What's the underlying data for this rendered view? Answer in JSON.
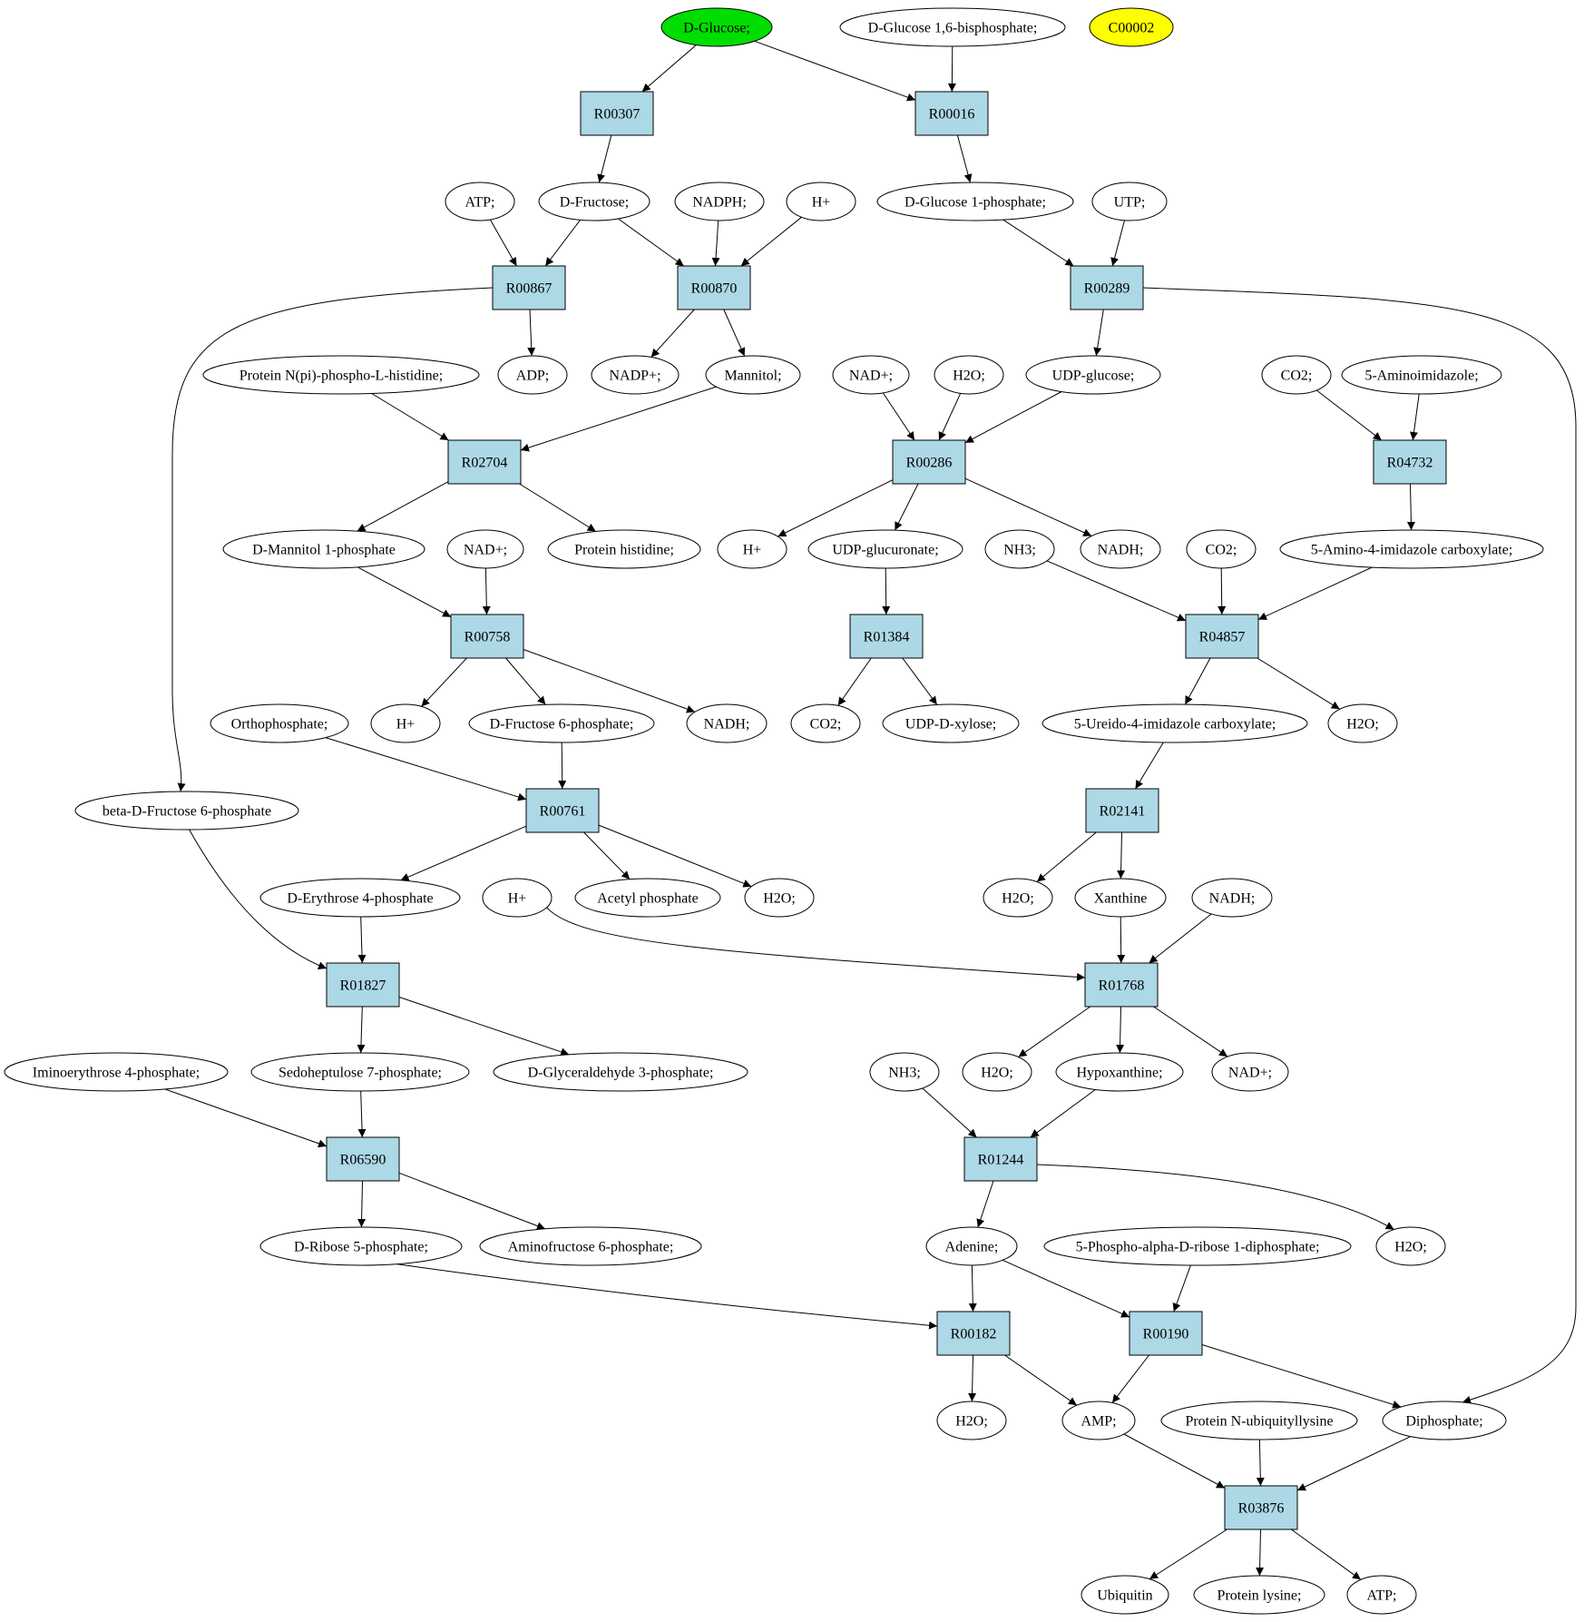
{
  "nodes": [
    {
      "id": "D-Glucose",
      "type": "compound",
      "label": "D-Glucose;",
      "fill": "#00dd00"
    },
    {
      "id": "DG16BP",
      "type": "compound",
      "label": "D-Glucose 1,6-bisphosphate;"
    },
    {
      "id": "C00002",
      "type": "compound",
      "label": "C00002",
      "fill": "#ffff00"
    },
    {
      "id": "R00307",
      "type": "reaction",
      "label": "R00307"
    },
    {
      "id": "R00016",
      "type": "reaction",
      "label": "R00016"
    },
    {
      "id": "ATP1",
      "type": "compound",
      "label": "ATP;"
    },
    {
      "id": "DFru",
      "type": "compound",
      "label": "D-Fructose;"
    },
    {
      "id": "NADPH",
      "type": "compound",
      "label": "NADPH;"
    },
    {
      "id": "Hp1",
      "type": "compound",
      "label": "H+"
    },
    {
      "id": "DG1P",
      "type": "compound",
      "label": "D-Glucose 1-phosphate;"
    },
    {
      "id": "UTP",
      "type": "compound",
      "label": "UTP;"
    },
    {
      "id": "R00867",
      "type": "reaction",
      "label": "R00867"
    },
    {
      "id": "R00870",
      "type": "reaction",
      "label": "R00870"
    },
    {
      "id": "R00289",
      "type": "reaction",
      "label": "R00289"
    },
    {
      "id": "ADP",
      "type": "compound",
      "label": "ADP;"
    },
    {
      "id": "NADPp",
      "type": "compound",
      "label": "NADP+;"
    },
    {
      "id": "Mannitol",
      "type": "compound",
      "label": "Mannitol;"
    },
    {
      "id": "PNpiH",
      "type": "compound",
      "label": "Protein N(pi)-phospho-L-histidine;"
    },
    {
      "id": "NADp1",
      "type": "compound",
      "label": "NAD+;"
    },
    {
      "id": "H2O1",
      "type": "compound",
      "label": "H2O;"
    },
    {
      "id": "UDPglc",
      "type": "compound",
      "label": "UDP-glucose;"
    },
    {
      "id": "CO2a",
      "type": "compound",
      "label": "CO2;"
    },
    {
      "id": "AIm",
      "type": "compound",
      "label": "5-Aminoimidazole;"
    },
    {
      "id": "R02704",
      "type": "reaction",
      "label": "R02704"
    },
    {
      "id": "R00286",
      "type": "reaction",
      "label": "R00286"
    },
    {
      "id": "R04732",
      "type": "reaction",
      "label": "R04732"
    },
    {
      "id": "DM1P",
      "type": "compound",
      "label": "D-Mannitol 1-phosphate"
    },
    {
      "id": "NADp2",
      "type": "compound",
      "label": "NAD+;"
    },
    {
      "id": "ProtHis",
      "type": "compound",
      "label": "Protein histidine;"
    },
    {
      "id": "Hp2",
      "type": "compound",
      "label": "H+"
    },
    {
      "id": "UDPGA",
      "type": "compound",
      "label": "UDP-glucuronate;"
    },
    {
      "id": "NH3a",
      "type": "compound",
      "label": "NH3;"
    },
    {
      "id": "NADH1",
      "type": "compound",
      "label": "NADH;"
    },
    {
      "id": "CO2b",
      "type": "compound",
      "label": "CO2;"
    },
    {
      "id": "AICx",
      "type": "compound",
      "label": "5-Amino-4-imidazole carboxylate;"
    },
    {
      "id": "R00758",
      "type": "reaction",
      "label": "R00758"
    },
    {
      "id": "R01384",
      "type": "reaction",
      "label": "R01384"
    },
    {
      "id": "R04857",
      "type": "reaction",
      "label": "R04857"
    },
    {
      "id": "OrthoP",
      "type": "compound",
      "label": "Orthophosphate;"
    },
    {
      "id": "Hp3",
      "type": "compound",
      "label": "H+"
    },
    {
      "id": "DF6P",
      "type": "compound",
      "label": "D-Fructose 6-phosphate;"
    },
    {
      "id": "NADH2",
      "type": "compound",
      "label": "NADH;"
    },
    {
      "id": "CO2c",
      "type": "compound",
      "label": "CO2;"
    },
    {
      "id": "UDPXyl",
      "type": "compound",
      "label": "UDP-D-xylose;"
    },
    {
      "id": "UICx",
      "type": "compound",
      "label": "5-Ureido-4-imidazole carboxylate;"
    },
    {
      "id": "H2O2",
      "type": "compound",
      "label": "H2O;"
    },
    {
      "id": "bDF6P",
      "type": "compound",
      "label": "beta-D-Fructose 6-phosphate"
    },
    {
      "id": "R00761",
      "type": "reaction",
      "label": "R00761"
    },
    {
      "id": "R02141",
      "type": "reaction",
      "label": "R02141"
    },
    {
      "id": "DE4P",
      "type": "compound",
      "label": "D-Erythrose 4-phosphate"
    },
    {
      "id": "Hp4",
      "type": "compound",
      "label": "H+"
    },
    {
      "id": "AcP",
      "type": "compound",
      "label": "Acetyl phosphate"
    },
    {
      "id": "H2O3",
      "type": "compound",
      "label": "H2O;"
    },
    {
      "id": "H2O4",
      "type": "compound",
      "label": "H2O;"
    },
    {
      "id": "Xan",
      "type": "compound",
      "label": "Xanthine"
    },
    {
      "id": "NADH3",
      "type": "compound",
      "label": "NADH;"
    },
    {
      "id": "R01827",
      "type": "reaction",
      "label": "R01827"
    },
    {
      "id": "R01768",
      "type": "reaction",
      "label": "R01768"
    },
    {
      "id": "IE4P",
      "type": "compound",
      "label": "Iminoerythrose 4-phosphate;"
    },
    {
      "id": "S7P",
      "type": "compound",
      "label": "Sedoheptulose 7-phosphate;"
    },
    {
      "id": "GA3P",
      "type": "compound",
      "label": "D-Glyceraldehyde 3-phosphate;"
    },
    {
      "id": "NH3b",
      "type": "compound",
      "label": "NH3;"
    },
    {
      "id": "H2O5",
      "type": "compound",
      "label": "H2O;"
    },
    {
      "id": "Hypox",
      "type": "compound",
      "label": "Hypoxanthine;"
    },
    {
      "id": "NADp3",
      "type": "compound",
      "label": "NAD+;"
    },
    {
      "id": "R06590",
      "type": "reaction",
      "label": "R06590"
    },
    {
      "id": "R01244",
      "type": "reaction",
      "label": "R01244"
    },
    {
      "id": "R5P",
      "type": "compound",
      "label": "D-Ribose 5-phosphate;"
    },
    {
      "id": "AF6P",
      "type": "compound",
      "label": "Aminofructose 6-phosphate;"
    },
    {
      "id": "Adenine",
      "type": "compound",
      "label": "Adenine;"
    },
    {
      "id": "PRPP",
      "type": "compound",
      "label": "5-Phospho-alpha-D-ribose 1-diphosphate;"
    },
    {
      "id": "H2O6",
      "type": "compound",
      "label": "H2O;"
    },
    {
      "id": "R00182",
      "type": "reaction",
      "label": "R00182"
    },
    {
      "id": "R00190",
      "type": "reaction",
      "label": "R00190"
    },
    {
      "id": "H2O7",
      "type": "compound",
      "label": "H2O;"
    },
    {
      "id": "AMP",
      "type": "compound",
      "label": "AMP;"
    },
    {
      "id": "PNUbLys",
      "type": "compound",
      "label": "Protein N-ubiquityllysine"
    },
    {
      "id": "Diphos",
      "type": "compound",
      "label": "Diphosphate;"
    },
    {
      "id": "R03876",
      "type": "reaction",
      "label": "R03876"
    },
    {
      "id": "Ubiq",
      "type": "compound",
      "label": "Ubiquitin"
    },
    {
      "id": "ProtLys",
      "type": "compound",
      "label": "Protein lysine;"
    },
    {
      "id": "ATP2",
      "type": "compound",
      "label": "ATP;"
    }
  ],
  "edges": [
    [
      "D-Glucose",
      "R00307"
    ],
    [
      "D-Glucose",
      "R00016"
    ],
    [
      "DG16BP",
      "R00016"
    ],
    [
      "R00307",
      "DFru"
    ],
    [
      "R00016",
      "DG1P"
    ],
    [
      "ATP1",
      "R00867"
    ],
    [
      "DFru",
      "R00867"
    ],
    [
      "DFru",
      "R00870"
    ],
    [
      "NADPH",
      "R00870"
    ],
    [
      "Hp1",
      "R00870"
    ],
    [
      "DG1P",
      "R00289"
    ],
    [
      "UTP",
      "R00289"
    ],
    [
      "R00867",
      "ADP"
    ],
    [
      "R00867",
      "bDF6P"
    ],
    [
      "R00870",
      "NADPp"
    ],
    [
      "R00870",
      "Mannitol"
    ],
    [
      "R00289",
      "UDPglc"
    ],
    [
      "R00289",
      "Diphos"
    ],
    [
      "PNpiH",
      "R02704"
    ],
    [
      "Mannitol",
      "R02704"
    ],
    [
      "NADp1",
      "R00286"
    ],
    [
      "H2O1",
      "R00286"
    ],
    [
      "UDPglc",
      "R00286"
    ],
    [
      "CO2a",
      "R04732"
    ],
    [
      "AIm",
      "R04732"
    ],
    [
      "R02704",
      "DM1P"
    ],
    [
      "R02704",
      "ProtHis"
    ],
    [
      "R00286",
      "Hp2"
    ],
    [
      "R00286",
      "UDPGA"
    ],
    [
      "R00286",
      "NADH1"
    ],
    [
      "R04732",
      "AICx"
    ],
    [
      "DM1P",
      "R00758"
    ],
    [
      "NADp2",
      "R00758"
    ],
    [
      "UDPGA",
      "R01384"
    ],
    [
      "NH3a",
      "R04857"
    ],
    [
      "CO2b",
      "R04857"
    ],
    [
      "AICx",
      "R04857"
    ],
    [
      "R00758",
      "Hp3"
    ],
    [
      "R00758",
      "DF6P"
    ],
    [
      "R00758",
      "NADH2"
    ],
    [
      "R01384",
      "CO2c"
    ],
    [
      "R01384",
      "UDPXyl"
    ],
    [
      "R04857",
      "UICx"
    ],
    [
      "R04857",
      "H2O2"
    ],
    [
      "OrthoP",
      "R00761"
    ],
    [
      "DF6P",
      "R00761"
    ],
    [
      "UICx",
      "R02141"
    ],
    [
      "R00761",
      "DE4P"
    ],
    [
      "R00761",
      "AcP"
    ],
    [
      "R00761",
      "H2O3"
    ],
    [
      "R02141",
      "H2O4"
    ],
    [
      "R02141",
      "Xan"
    ],
    [
      "bDF6P",
      "R01827"
    ],
    [
      "DE4P",
      "R01827"
    ],
    [
      "Hp4",
      "R01768"
    ],
    [
      "Xan",
      "R01768"
    ],
    [
      "NADH3",
      "R01768"
    ],
    [
      "R01827",
      "S7P"
    ],
    [
      "R01827",
      "GA3P"
    ],
    [
      "R01768",
      "H2O5"
    ],
    [
      "R01768",
      "Hypox"
    ],
    [
      "R01768",
      "NADp3"
    ],
    [
      "IE4P",
      "R06590"
    ],
    [
      "S7P",
      "R06590"
    ],
    [
      "NH3b",
      "R01244"
    ],
    [
      "Hypox",
      "R01244"
    ],
    [
      "R06590",
      "R5P"
    ],
    [
      "R06590",
      "AF6P"
    ],
    [
      "R01244",
      "Adenine"
    ],
    [
      "R01244",
      "H2O6"
    ],
    [
      "R5P",
      "R00182"
    ],
    [
      "Adenine",
      "R00182"
    ],
    [
      "Adenine",
      "R00190"
    ],
    [
      "PRPP",
      "R00190"
    ],
    [
      "R00182",
      "H2O7"
    ],
    [
      "R00182",
      "AMP"
    ],
    [
      "R00190",
      "AMP"
    ],
    [
      "R00190",
      "Diphos"
    ],
    [
      "AMP",
      "R03876"
    ],
    [
      "PNUbLys",
      "R03876"
    ],
    [
      "Diphos",
      "R03876"
    ],
    [
      "R03876",
      "Ubiq"
    ],
    [
      "R03876",
      "ProtLys"
    ],
    [
      "R03876",
      "ATP2"
    ]
  ]
}
